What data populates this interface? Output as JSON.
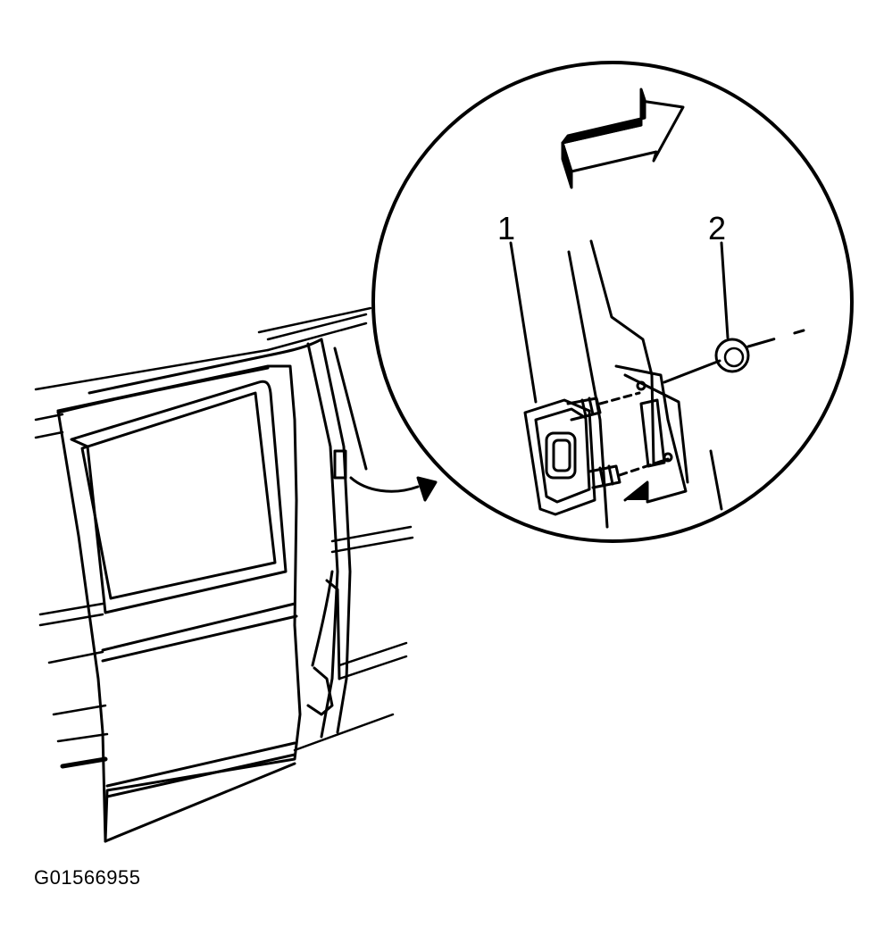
{
  "callouts": [
    {
      "number": "1"
    },
    {
      "number": "2"
    }
  ],
  "figure_id": "G01566955",
  "colors": {
    "line": "#000000",
    "background": "#ffffff"
  }
}
